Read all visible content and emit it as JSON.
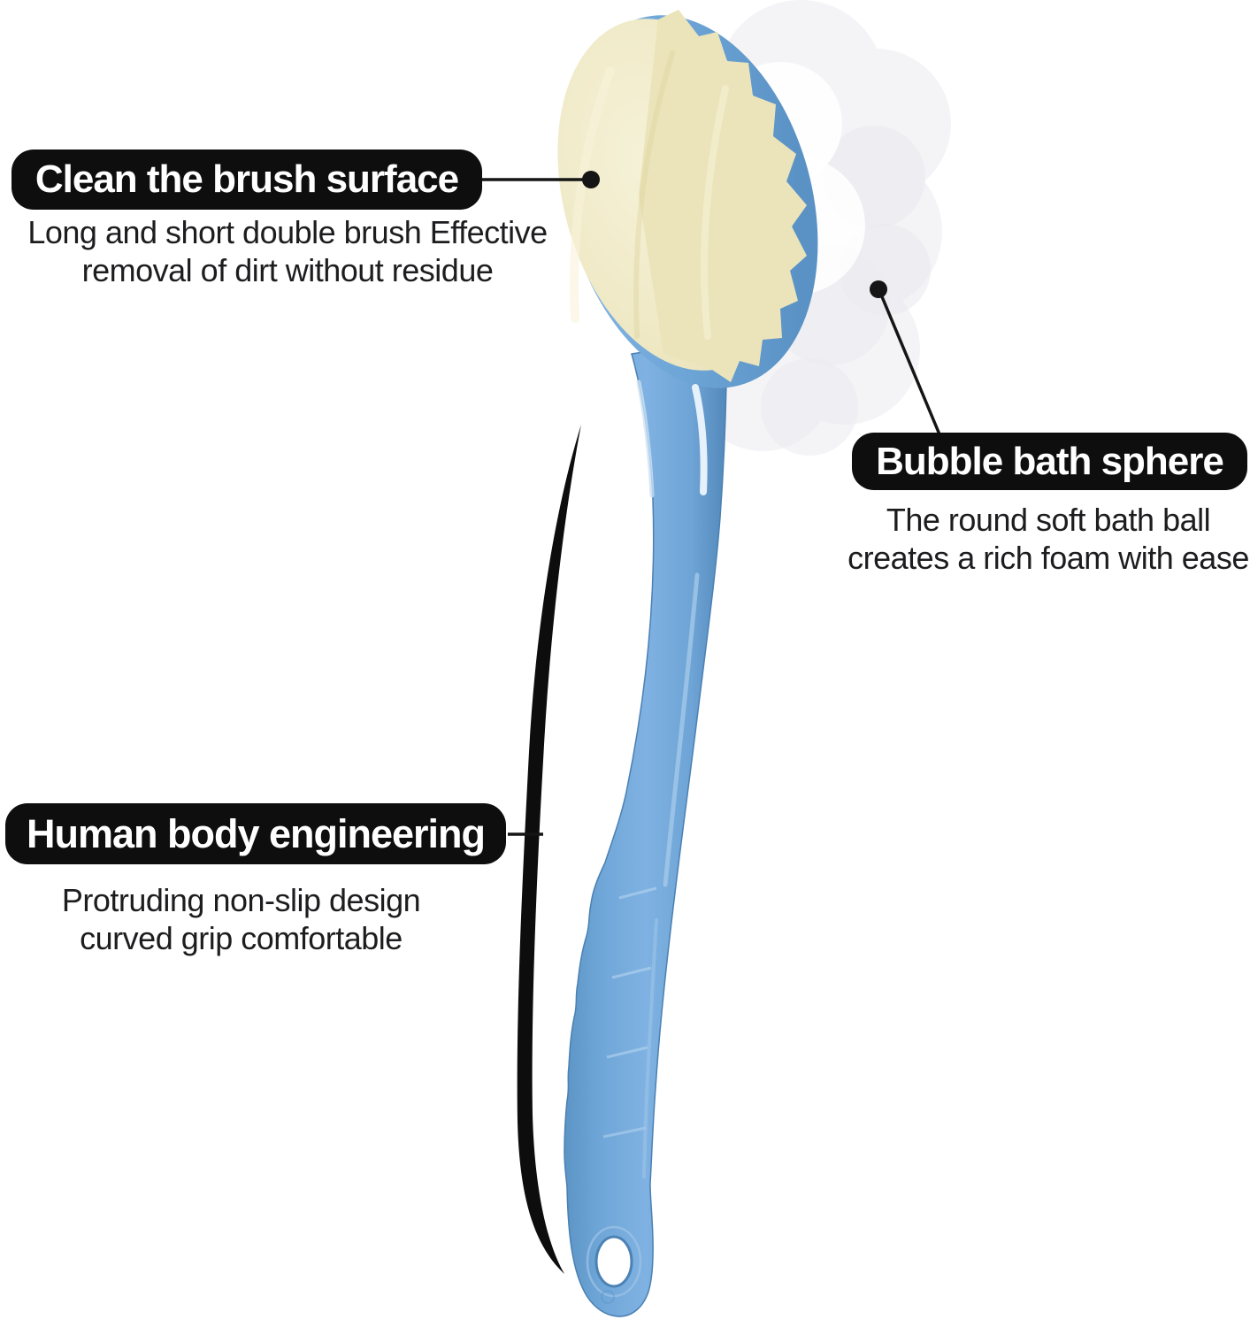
{
  "callouts": [
    {
      "id": "brush-surface",
      "title": "Clean the brush surface",
      "description_line1": "Long and short double brush Effective",
      "description_line2": "removal of dirt without residue"
    },
    {
      "id": "bubble-sphere",
      "title": "Bubble bath sphere",
      "description_line1": "The round soft bath ball",
      "description_line2": "creates a rich foam with ease"
    },
    {
      "id": "ergonomic-grip",
      "title": "Human body engineering",
      "description_line1": "Protruding non-slip design",
      "description_line2": "curved grip comfortable"
    }
  ],
  "product_parts": [
    "brush-bristles",
    "bubble-bath-sphere",
    "blue-handle",
    "hanging-hole"
  ],
  "colors": {
    "pill_bg": "#0e0e0e",
    "pill_text": "#ffffff",
    "body_text": "#1d1d1f",
    "leader_line": "#151515",
    "swoosh_black": "#0d0d0d",
    "handle_blue": "#6fa8da",
    "handle_blue_dark": "#4f86b8",
    "handle_highlight": "#e8f3fc",
    "bristle_cream": "#ebe4ba",
    "bristle_light": "#f6f2d8",
    "loofah_white": "#f4f4f7",
    "loofah_shade": "#e9e9ef",
    "background": "#ffffff"
  }
}
